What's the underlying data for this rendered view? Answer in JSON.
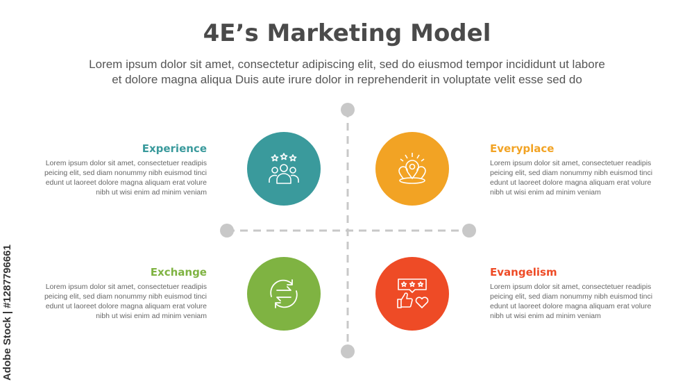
{
  "title": "4E’s Marketing Model",
  "subtitle": {
    "line1": "Lorem ipsum dolor sit amet, consectetur adipiscing elit, sed do eiusmod tempor incididunt ut labore",
    "line2": "et dolore magna aliqua Duis aute irure dolor in reprehenderit in voluptate velit esse sed do"
  },
  "items": [
    {
      "label": "Experience",
      "color": "#3a9a9c",
      "icon": "group-stars-icon",
      "lines": [
        "Lorem ipsum dolor sit amet, consectetuer readipis",
        "peicing elit, sed diam nonummy nibh euismod tinci",
        "edunt ut laoreet dolore magna aliquam erat volure",
        "nibh ut wisi enim ad minim veniam"
      ]
    },
    {
      "label": "Everyplace",
      "color": "#f2a324",
      "icon": "location-pins-icon",
      "lines": [
        "Lorem ipsum dolor sit amet, consectetuer readipis",
        "peicing elit, sed diam nonummy nibh euismod tinci",
        "edunt ut laoreet dolore magna aliquam erat volure",
        "nibh ut wisi enim ad minim veniam"
      ]
    },
    {
      "label": "Exchange",
      "color": "#7fb342",
      "icon": "exchange-arrows-icon",
      "lines": [
        "Lorem ipsum dolor sit amet, consectetuer readipis",
        "peicing elit, sed diam nonummy nibh euismod tinci",
        "edunt ut laoreet dolore magna aliquam erat volure",
        "nibh ut wisi enim ad minim veniam"
      ]
    },
    {
      "label": "Evangelism",
      "color": "#ee4b26",
      "icon": "review-like-heart-icon",
      "lines": [
        "Lorem ipsum dolor sit amet, consectetuer readipis",
        "peicing elit, sed diam nonummy nibh euismod tinci",
        "edunt ut laoreet dolore magna aliquam erat volure",
        "nibh ut wisi enim ad minim veniam"
      ]
    }
  ],
  "watermark": "Adobe Stock | #1287796661",
  "colors": {
    "axis": "#c8c8c8",
    "dot": "#c8c8c8",
    "title": "#4a4a4a"
  }
}
